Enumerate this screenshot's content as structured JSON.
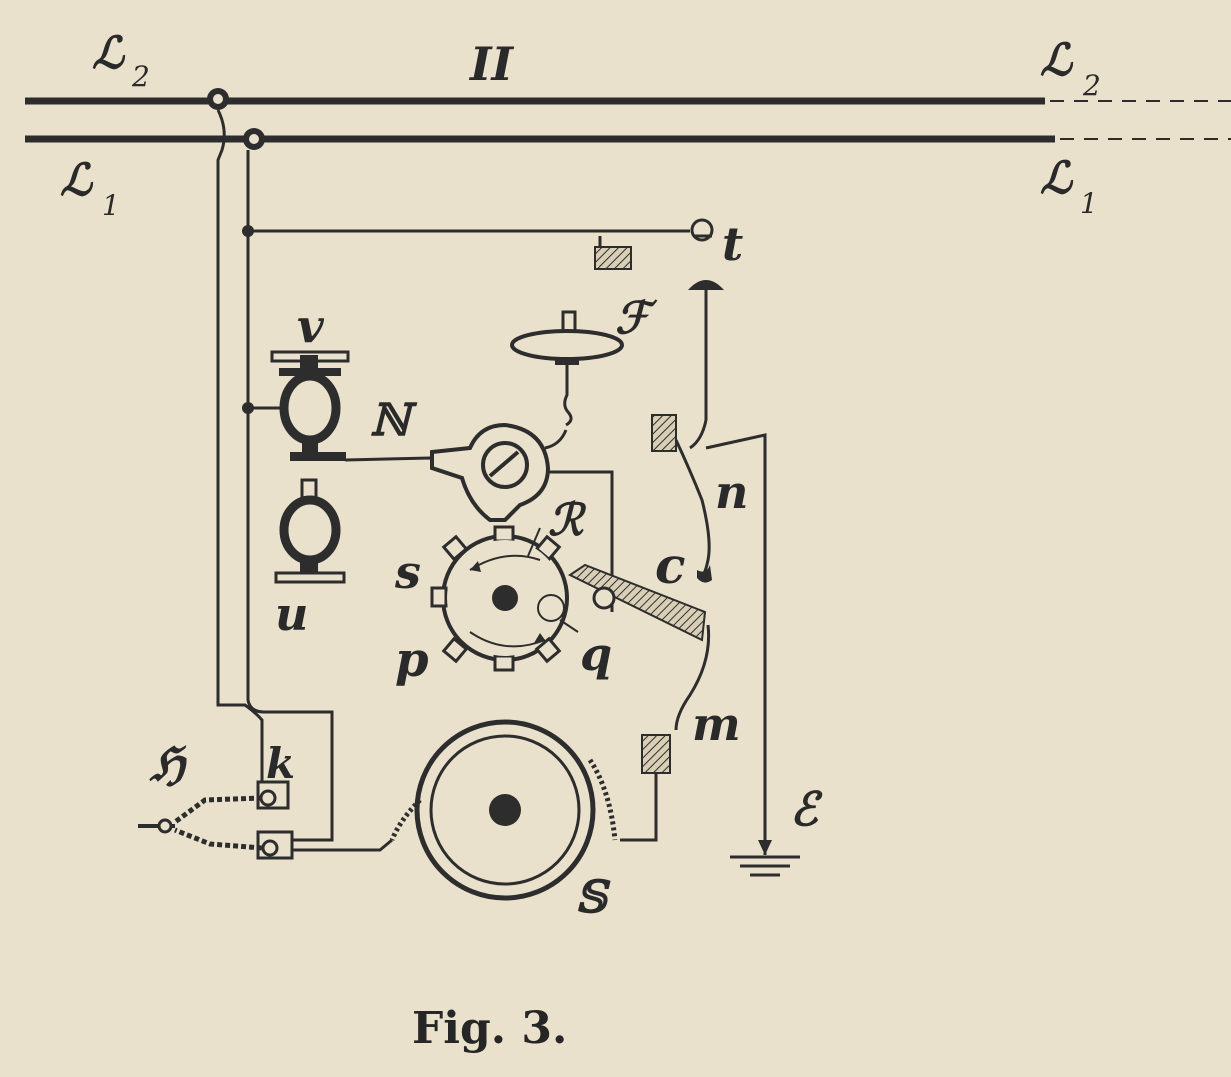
{
  "figure": {
    "caption": "Fig. 3.",
    "section_numeral": "II"
  },
  "lines": {
    "L2": {
      "letter": "ℒ",
      "index": "2"
    },
    "L1": {
      "letter": "ℒ",
      "index": "1"
    }
  },
  "labels": {
    "t": "t",
    "F": "ℱ",
    "v": "v",
    "u": "u",
    "N": "ℕ",
    "R": "ℛ",
    "s": "s",
    "p": "p",
    "q": "q",
    "n": "n",
    "c": "c",
    "m": "m",
    "E": "ℰ",
    "H": "ℌ",
    "k": "k",
    "S": "𝕊"
  },
  "colors": {
    "paper": "#e9e1cc",
    "ink": "#2d2d2d"
  }
}
